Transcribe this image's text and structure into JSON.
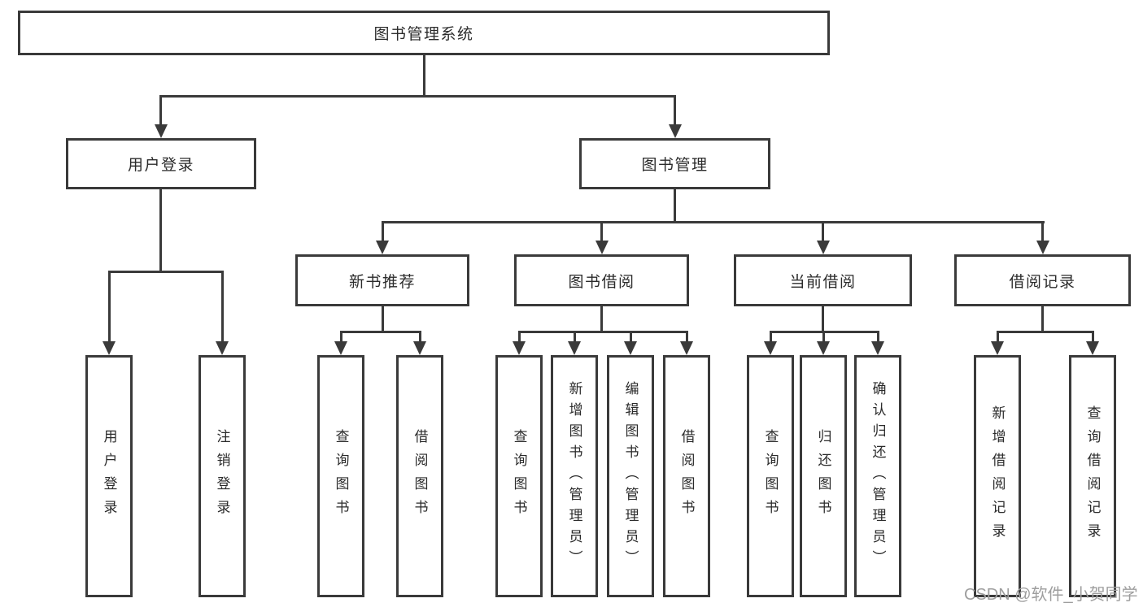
{
  "colors": {
    "line": "#3a3a3a",
    "text": "#2b2b2b",
    "boxbg": "#ffffff",
    "background": "#ffffff",
    "watermark": "#9e9e9e"
  },
  "watermark": {
    "text": "CSDN @软件_小贺同学"
  },
  "tree": {
    "label": "图书管理系统",
    "children": [
      {
        "label": "用户登录",
        "children": [
          {
            "label": "用户登录"
          },
          {
            "label": "注销登录"
          }
        ]
      },
      {
        "label": "图书管理",
        "children": [
          {
            "label": "新书推荐",
            "children": [
              {
                "label": "查询图书"
              },
              {
                "label": "借阅图书"
              }
            ]
          },
          {
            "label": "图书借阅",
            "children": [
              {
                "label": "查询图书"
              },
              {
                "label": "新增图书（管理员）"
              },
              {
                "label": "编辑图书（管理员）"
              },
              {
                "label": "借阅图书"
              }
            ]
          },
          {
            "label": "当前借阅",
            "children": [
              {
                "label": "查询图书"
              },
              {
                "label": "归还图书"
              },
              {
                "label": "确认归还（管理员）"
              }
            ]
          },
          {
            "label": "借阅记录",
            "children": [
              {
                "label": "新增借阅记录"
              },
              {
                "label": "查询借阅记录"
              }
            ]
          }
        ]
      }
    ]
  }
}
